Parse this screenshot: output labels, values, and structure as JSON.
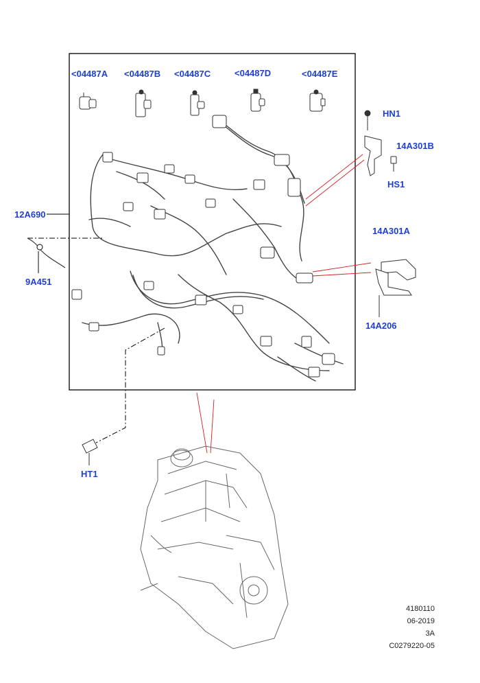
{
  "colors": {
    "callout": "#1f3fd1",
    "leader": "#d81e1e",
    "line": "#000000",
    "art": "#555555"
  },
  "callouts": {
    "c04487A": "<04487A",
    "c04487B": "<04487B",
    "c04487C": "<04487C",
    "c04487D": "<04487D",
    "c04487E": "<04487E",
    "hn1": "HN1",
    "c14A301B": "14A301B",
    "hs1": "HS1",
    "c12A690": "12A690",
    "c14A301A": "14A301A",
    "c9A451": "9A451",
    "c14A206": "14A206",
    "ht1": "HT1"
  },
  "footer": {
    "line1": "4180110",
    "line2": "06-2019",
    "line3": "3A",
    "line4": "C0279220-05"
  }
}
